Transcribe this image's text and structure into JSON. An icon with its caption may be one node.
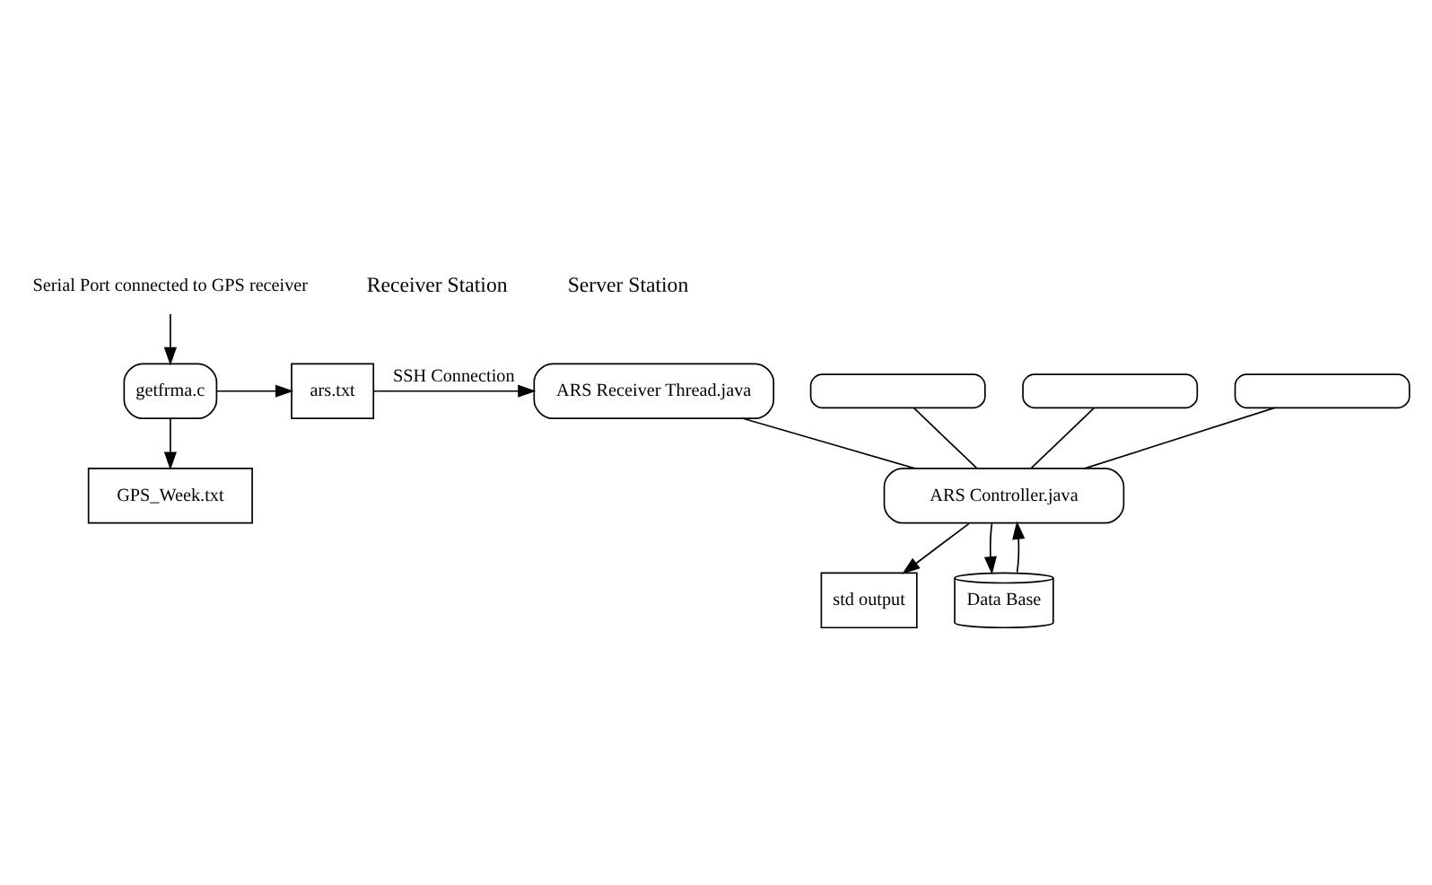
{
  "diagram": {
    "nodes": [
      {
        "text": [
          "Serial Port connected to GPS receiver"
        ]
      },
      {
        "text": [
          "getfrma.c"
        ]
      },
      {
        "text": [
          "GPS_Week.txt"
        ]
      },
      {
        "text": [
          "ars.txt"
        ]
      },
      {
        "text": [
          "ARS Receiver Thread.java"
        ]
      },
      {
        "text": [],
        "shape": "box"
      },
      {
        "text": [],
        "shape": "box"
      },
      {
        "text": [],
        "shape": "box"
      },
      {
        "text": [
          "ARS Controller.java"
        ]
      },
      {
        "text": [
          "std output"
        ]
      },
      {
        "text": [
          "Data Base"
        ]
      }
    ],
    "edges": [
      {
        "from": 0,
        "to": 1,
        "arrow": "to"
      },
      {
        "from": 1,
        "to": 3,
        "arrow": "to"
      },
      {
        "from": 1,
        "to": 2,
        "arrow": "to"
      },
      {
        "from": 3,
        "to": 4,
        "label": "SSH Connection",
        "arrow": "to"
      },
      {
        "from": 4,
        "to": 8,
        "arrow": "none"
      },
      {
        "from": 5,
        "to": 8,
        "arrow": "none"
      },
      {
        "from": 6,
        "to": 8,
        "arrow": "none"
      },
      {
        "from": 7,
        "to": 8,
        "arrow": "none"
      },
      {
        "from": 8,
        "to": 9,
        "arrow": "to"
      },
      {
        "from": 8,
        "to": 10,
        "arrow": "to"
      },
      {
        "from": 10,
        "to": 8,
        "arrow": "to"
      }
    ],
    "labels": [
      "Receiver Station",
      "Server Station"
    ]
  }
}
